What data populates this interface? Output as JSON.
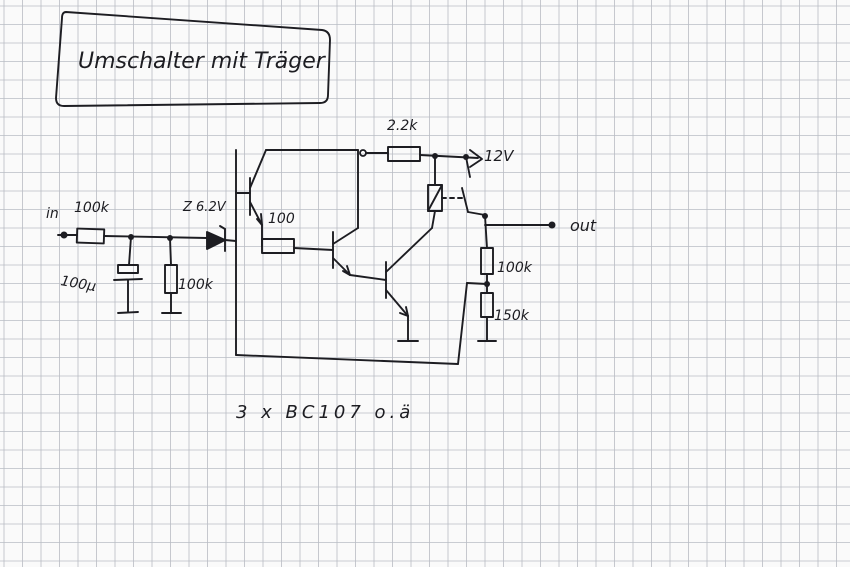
{
  "colors": {
    "paper": "#fafafa",
    "grid": "#b9bcc4",
    "ink": "#1d1d22"
  },
  "title": "Umschalter mit Träger",
  "labels": {
    "input": "in",
    "r_input": "100k",
    "cap": "100µ",
    "r_shunt": "100k",
    "zener": "Z 6.2V",
    "r_base": "100",
    "r_collector": "2.2k",
    "supply": "12V",
    "output": "out",
    "r_div_top": "100k",
    "r_div_bottom": "150k"
  },
  "note": "3 x BC107 o.ä"
}
